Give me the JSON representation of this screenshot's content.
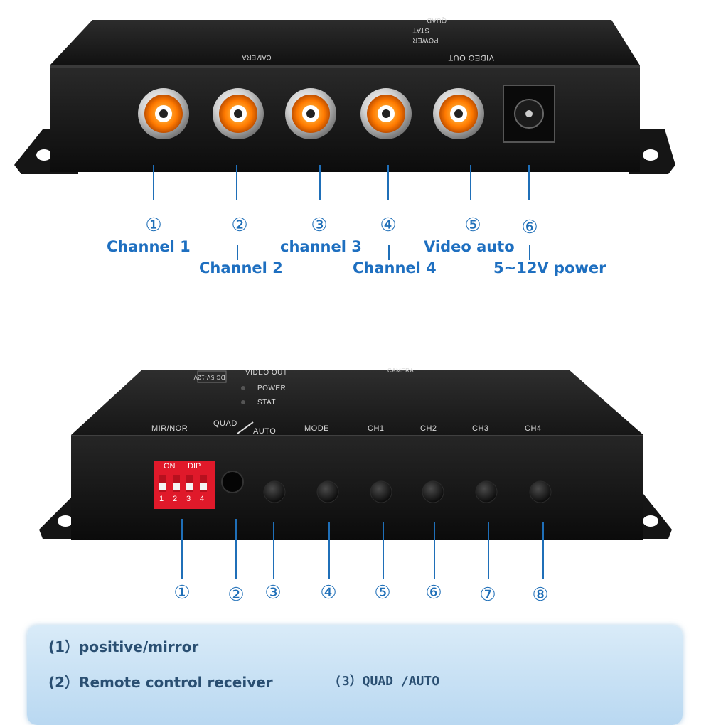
{
  "top_device": {
    "panel_labels": {
      "video_out": "VIDEO OUT",
      "camera": "CAMERA",
      "power": "POWER",
      "stat": "STAT",
      "quad": "QUAD"
    },
    "callouts": [
      {
        "num": "①",
        "label": "Channel 1"
      },
      {
        "num": "②",
        "label": "Channel 2"
      },
      {
        "num": "③",
        "label": "channel 3"
      },
      {
        "num": "④",
        "label": "Channel 4"
      },
      {
        "num": "⑤",
        "label": "Video auto"
      },
      {
        "num": "⑥",
        "label": "5~12V power"
      }
    ]
  },
  "bottom_device": {
    "panel_labels": {
      "dc": "DC 5V-12V",
      "video_out": "VIDEO OUT",
      "camera": "CAMERA",
      "power": "POWER",
      "stat": "STAT",
      "mir_nor": "MIR/NOR",
      "quad": "QUAD",
      "auto": "AUTO",
      "mode": "MODE",
      "ch1": "CH1",
      "ch2": "CH2",
      "ch3": "CH3",
      "ch4": "CH4"
    },
    "dip": {
      "on": "ON",
      "dip": "DIP",
      "numbers": [
        "1",
        "2",
        "3",
        "4"
      ]
    },
    "callouts": [
      "①",
      "②",
      "③",
      "④",
      "⑤",
      "⑥",
      "⑦",
      "⑧"
    ]
  },
  "legend": {
    "item1": "(1）positive/mirror",
    "item2": "(2）Remote control receiver",
    "item3": "(3）QUAD /AUTO"
  }
}
